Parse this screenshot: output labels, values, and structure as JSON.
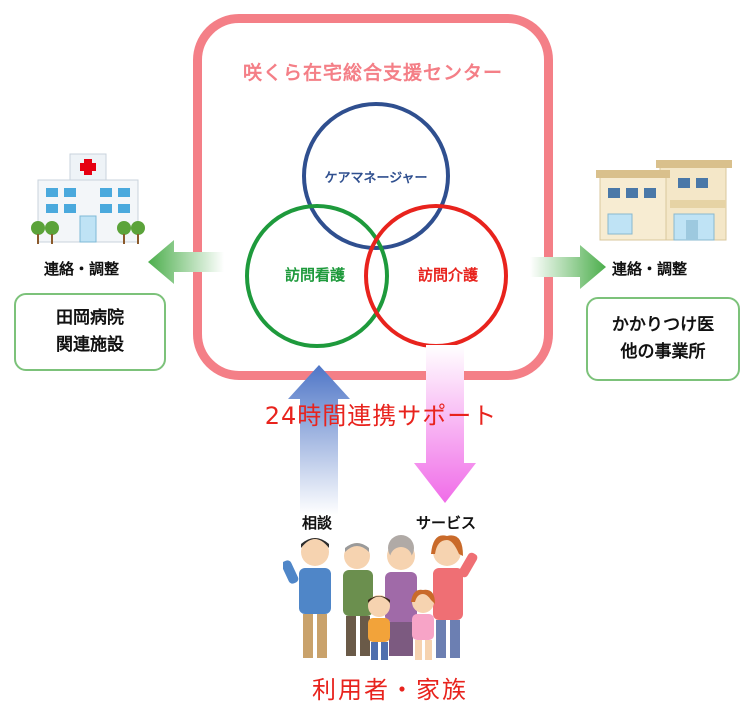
{
  "center": {
    "title": "咲くら在宅総合支援センター",
    "circles": {
      "care_manager": "ケアマネージャー",
      "home_nursing": "訪問看護",
      "home_care": "訪問介護"
    },
    "colors": {
      "frame": "#f47f87",
      "care_manager": "#2f4f8f",
      "home_nursing": "#1e9a3c",
      "home_care": "#e8231d"
    }
  },
  "left": {
    "contact_label": "連絡・調整",
    "box_text": "田岡病院\n関連施設",
    "icon": "hospital-icon"
  },
  "right": {
    "contact_label": "連絡・調整",
    "box_text": "かかりつけ医\n他の事業所",
    "icon": "clinic-icon"
  },
  "support": {
    "text": "24時間連携サポート",
    "consult_label": "相談",
    "service_label": "サービス"
  },
  "bottom": {
    "title": "利用者・家族",
    "icon": "family-icon"
  }
}
